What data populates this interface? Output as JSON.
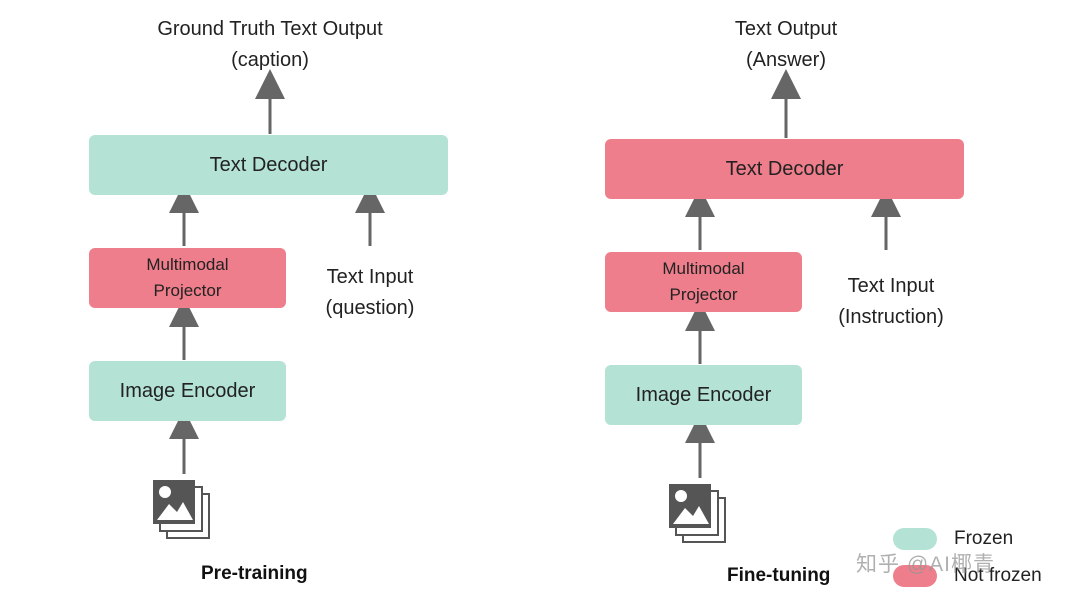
{
  "pretraining": {
    "output_label": [
      "Ground Truth Text Output",
      "(caption)"
    ],
    "text_decoder": "Text Decoder",
    "projector": [
      "Multimodal",
      "Projector"
    ],
    "image_encoder": "Image Encoder",
    "text_input": [
      "Text Input",
      "(question)"
    ],
    "caption": "Pre-training"
  },
  "finetuning": {
    "output_label": [
      "Text Output",
      "(Answer)"
    ],
    "text_decoder": "Text Decoder",
    "projector": [
      "Multimodal",
      "Projector"
    ],
    "image_encoder": "Image Encoder",
    "text_input": [
      "Text Input",
      "(Instruction)"
    ],
    "caption": "Fine-tuning"
  },
  "legend": {
    "frozen": "Frozen",
    "not_frozen": "Not frozen"
  },
  "watermark": "知乎 @AI椰青",
  "colors": {
    "frozen": "#b4e3d5",
    "not_frozen": "#ee7e8b",
    "arrow": "#666666"
  },
  "icons": {
    "input_images": "image-stack-icon"
  }
}
